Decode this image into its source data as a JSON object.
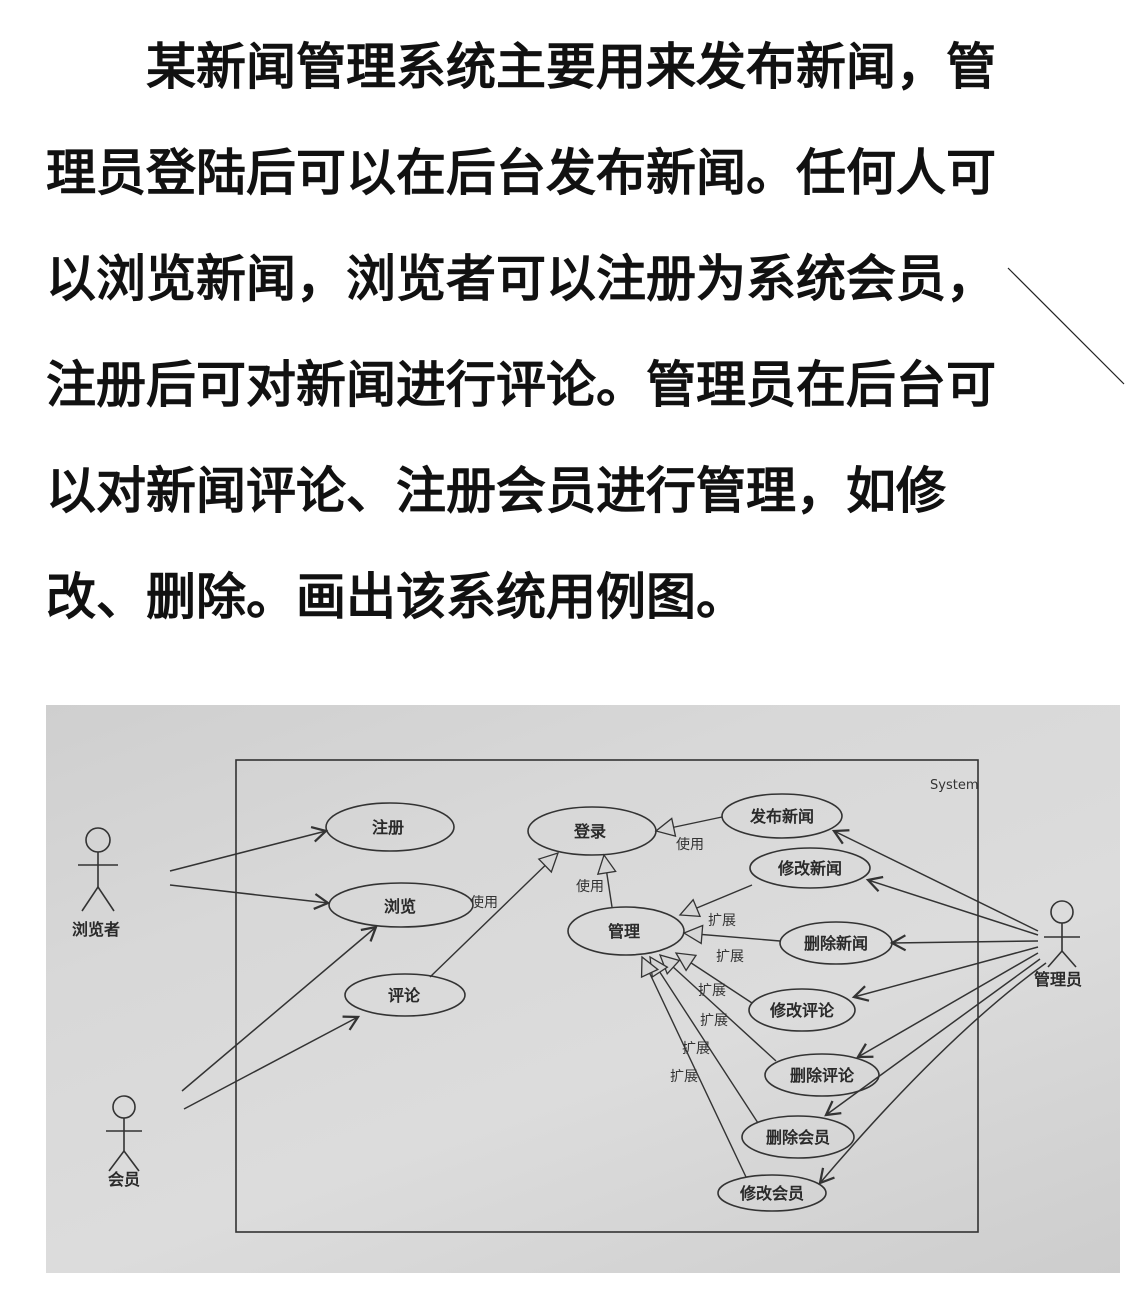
{
  "question": "某新闻管理系统主要用来发布新闻，管理员登陆后可以在后台发布新闻。任何人可以浏览新闻，浏览者可以注册为系统会员，注册后可对新闻进行评论。管理员在后台可以对新闻评论、注册会员进行管理，如修改、删除。画出该系统用例图。",
  "diagram": {
    "system_label": "System",
    "actors": {
      "browser": "浏览者",
      "member": "会员",
      "admin": "管理员"
    },
    "use_cases": {
      "register": "注册",
      "browse": "浏览",
      "comment": "评论",
      "login": "登录",
      "manage": "管理",
      "publish_news": "发布新闻",
      "edit_news": "修改新闻",
      "delete_news": "删除新闻",
      "edit_comment": "修改评论",
      "delete_comment": "删除评论",
      "delete_member": "删除会员",
      "edit_member": "修改会员"
    },
    "relations": {
      "use": "使用",
      "extend": "扩展"
    }
  }
}
